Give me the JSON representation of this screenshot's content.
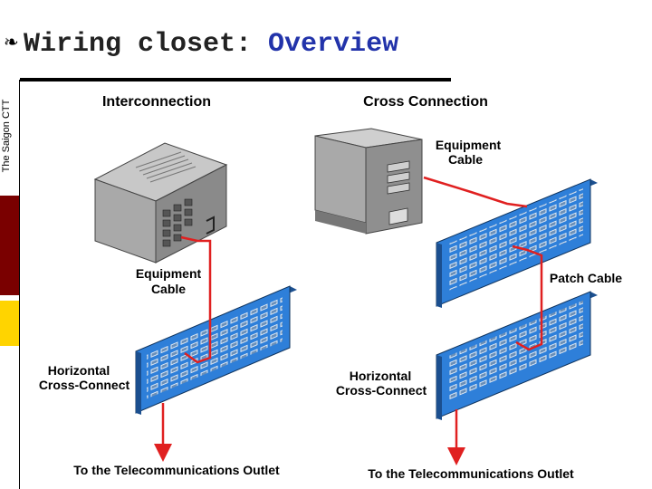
{
  "slide": {
    "bullet": "❧",
    "title_part1": "Wiring closet: ",
    "title_part2": "Overview",
    "side_label": "The Saigon CTT"
  },
  "diagram": {
    "left_heading": "Interconnection",
    "right_heading": "Cross Connection",
    "left_equip_line1": "Equipment",
    "left_equip_line2": "Cable",
    "right_equip_line1": "Equipment",
    "right_equip_line2": "Cable",
    "patch_cable": "Patch Cable",
    "left_hcc_line1": "Horizontal",
    "left_hcc_line2": "Cross-Connect",
    "right_hcc_line1": "Horizontal",
    "right_hcc_line2": "Cross-Connect",
    "left_outlet": "To the Telecommunications Outlet",
    "right_outlet": "To the Telecommunications Outlet"
  },
  "colors": {
    "panel_blue": "#2e7fd9",
    "panel_dark": "#1b4f8f",
    "cable_red": "#e02020",
    "device_gray": "#9a9a9a"
  }
}
